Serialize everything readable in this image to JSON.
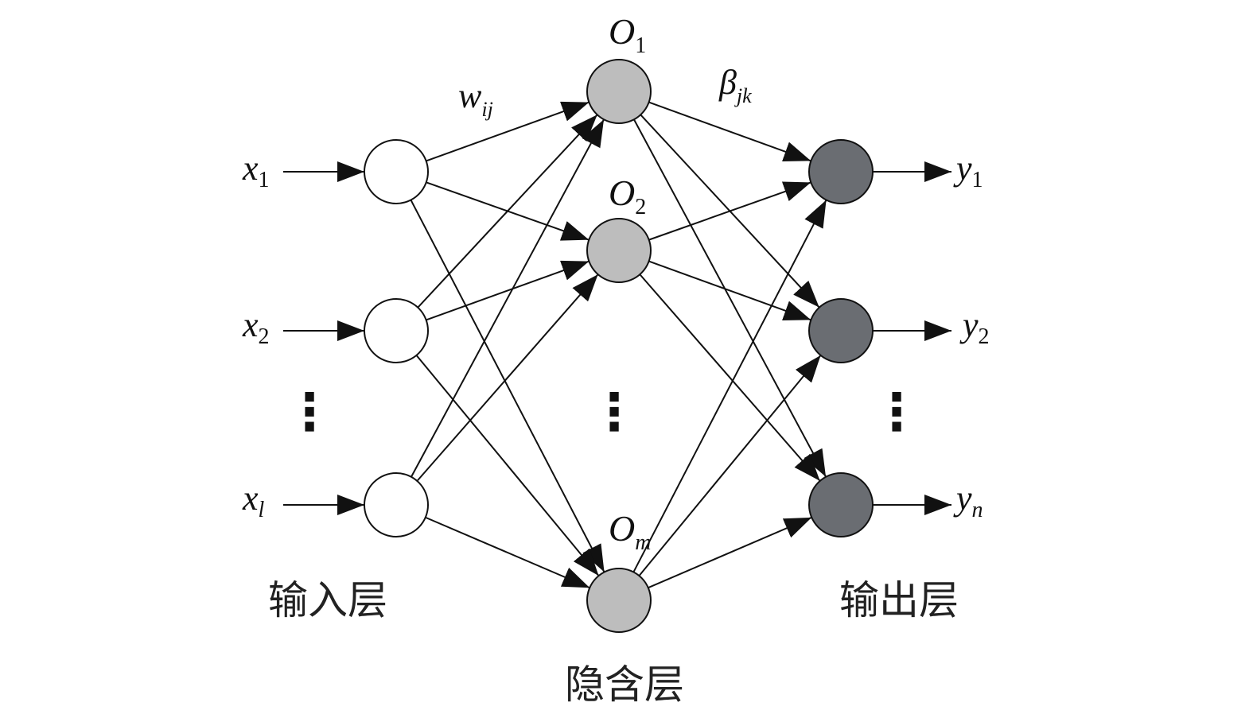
{
  "layers": {
    "input": {
      "title": "输入层",
      "nodes": [
        {
          "var": "x",
          "sub": "1"
        },
        {
          "var": "x",
          "sub": "2"
        },
        {
          "var": "x",
          "sub": "l",
          "sub_italic": true
        }
      ],
      "fill": "#ffffff"
    },
    "hidden": {
      "title": "隐含层",
      "nodes": [
        {
          "var": "O",
          "sub": "1"
        },
        {
          "var": "O",
          "sub": "2"
        },
        {
          "var": "O",
          "sub": "m",
          "sub_italic": true
        }
      ],
      "fill": "#bdbdbd"
    },
    "output": {
      "title": "输出层",
      "nodes": [
        {
          "var": "y",
          "sub": "1"
        },
        {
          "var": "y",
          "sub": "2"
        },
        {
          "var": "y",
          "sub": "n",
          "sub_italic": true
        }
      ],
      "fill": "#6a6d72"
    }
  },
  "weights": {
    "input_hidden": {
      "var": "w",
      "sub": "ij"
    },
    "hidden_output": {
      "var": "β",
      "sub": "jk"
    }
  },
  "ellipsis": "⋮",
  "colors": {
    "stroke": "#111111"
  }
}
